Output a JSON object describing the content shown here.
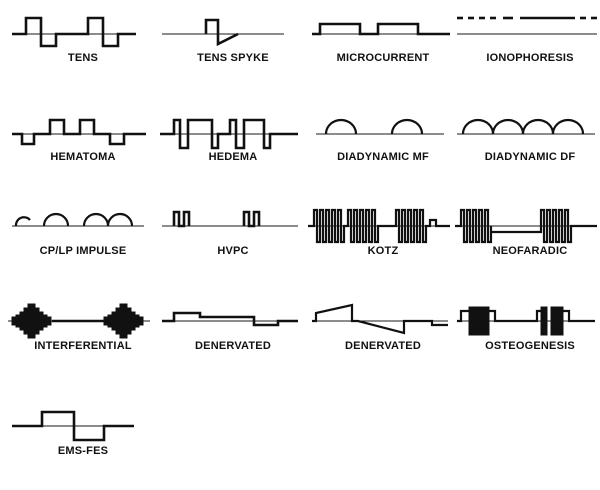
{
  "diagram": {
    "waveforms": [
      {
        "id": "tens",
        "label": "TENS"
      },
      {
        "id": "tens-spyke",
        "label": "TENS SPYKE"
      },
      {
        "id": "microcurrent",
        "label": "MICROCURRENT"
      },
      {
        "id": "ionophoresis",
        "label": "IONOPHORESIS"
      },
      {
        "id": "hematoma",
        "label": "HEMATOMA"
      },
      {
        "id": "hedema",
        "label": "HEDEMA"
      },
      {
        "id": "diadynamic-mf",
        "label": "DIADYNAMIC MF"
      },
      {
        "id": "diadynamic-df",
        "label": "DIADYNAMIC DF"
      },
      {
        "id": "cp-lp-impulse",
        "label": "CP/LP IMPULSE"
      },
      {
        "id": "hvpc",
        "label": "HVPC"
      },
      {
        "id": "kotz",
        "label": "KOTZ"
      },
      {
        "id": "neofaradic",
        "label": "NEOFARADIC"
      },
      {
        "id": "interferential",
        "label": "INTERFERENTIAL"
      },
      {
        "id": "denervated-1",
        "label": "DENERVATED"
      },
      {
        "id": "denervated-2",
        "label": "DENERVATED"
      },
      {
        "id": "osteogenesis",
        "label": "OSTEOGENESIS"
      },
      {
        "id": "ems-fes",
        "label": "EMS-FES"
      }
    ]
  },
  "colors": {
    "ink": "#111111",
    "background": "#ffffff"
  }
}
